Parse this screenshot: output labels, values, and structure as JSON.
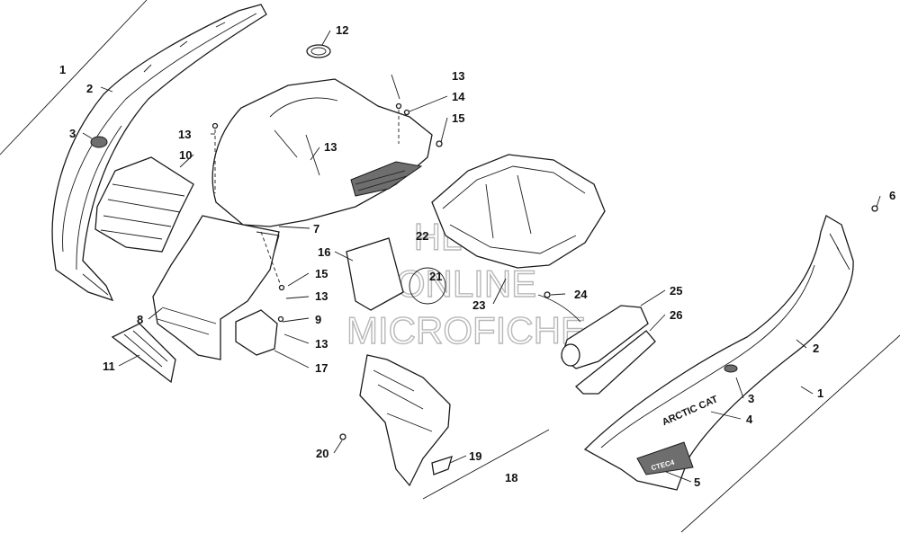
{
  "watermark": {
    "line1": "HLSM",
    "line2": "ONLINE",
    "line3": "MICROFICHE"
  },
  "decals": {
    "brand": "ARCTIC CAT",
    "model": "CTEC4"
  },
  "callouts": {
    "c1_left": "1",
    "c2_left": "2",
    "c3_left": "3",
    "c12": "12",
    "c13_a": "13",
    "c14": "14",
    "c15_a": "15",
    "c13_b": "13",
    "c13_c": "13",
    "c10": "10",
    "c6": "6",
    "c7": "7",
    "c22": "22",
    "c16": "16",
    "c15_b": "15",
    "c21": "21",
    "c13_d": "13",
    "c23": "23",
    "c24": "24",
    "c25": "25",
    "c26": "26",
    "c8": "8",
    "c9": "9",
    "c13_e": "13",
    "c2_right": "2",
    "c11": "11",
    "c17": "17",
    "c3_right": "3",
    "c1_right": "1",
    "c4": "4",
    "c20": "20",
    "c19": "19",
    "c18": "18",
    "c5": "5"
  }
}
